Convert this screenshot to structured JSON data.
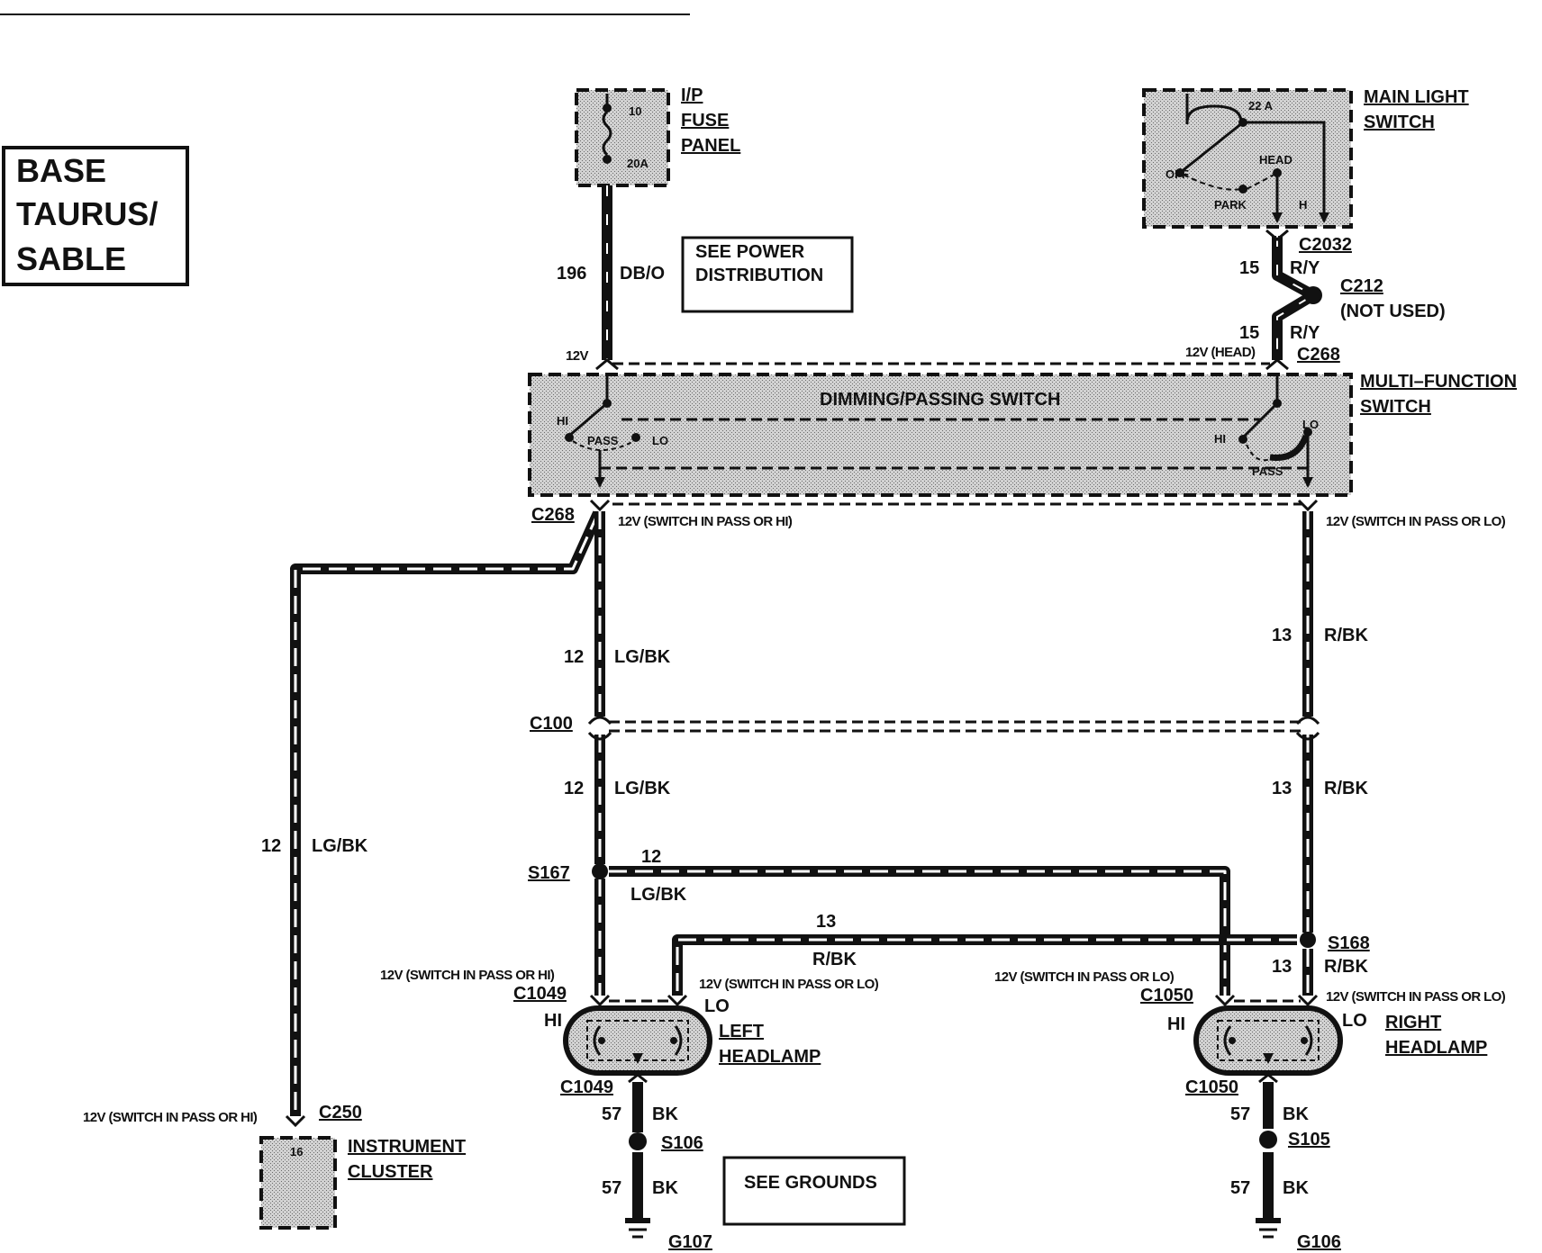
{
  "variant_label": [
    "BASE",
    "TAURUS/",
    "SABLE"
  ],
  "components": {
    "fuse_panel": {
      "name": [
        "I/P",
        "FUSE",
        "PANEL"
      ],
      "fuse_number": "10",
      "fuse_rating": "20A"
    },
    "main_light_switch": {
      "name": [
        "MAIN LIGHT",
        "SWITCH"
      ],
      "rating": "22 A",
      "positions": [
        "OFF",
        "PARK",
        "HEAD"
      ],
      "terminal": "H"
    },
    "multi_function_switch": {
      "name": [
        "MULTI–FUNCTION",
        "SWITCH"
      ],
      "inner_label": "DIMMING/PASSING SWITCH",
      "left_positions": [
        "HI",
        "PASS",
        "LO"
      ],
      "right_positions": [
        "HI",
        "LO",
        "PASS"
      ]
    },
    "left_headlamp": {
      "name": [
        "LEFT",
        "HEADLAMP"
      ],
      "hi": "HI",
      "lo": "LO"
    },
    "right_headlamp": {
      "name": [
        "RIGHT",
        "HEADLAMP"
      ],
      "hi": "HI",
      "lo": "LO"
    },
    "instrument_cluster": {
      "name": [
        "INSTRUMENT",
        "CLUSTER"
      ],
      "pin": "16"
    }
  },
  "notes": {
    "power": [
      "SEE POWER",
      "DISTRIBUTION"
    ],
    "grounds": "SEE GROUNDS"
  },
  "connectors": {
    "c2032": "C2032",
    "c212": "C212",
    "c212_note": "(NOT USED)",
    "c268_top": "C268",
    "c268_left": "C268",
    "c100": "C100",
    "c1049_top": "C1049",
    "c1049_bottom": "C1049",
    "c1050_top": "C1050",
    "c1050_bottom": "C1050",
    "c250": "C250"
  },
  "splices": {
    "s167": "S167",
    "s168": "S168",
    "s106": "S106",
    "s105": "S105"
  },
  "grounds": {
    "g107": "G107",
    "g106": "G106"
  },
  "voltages": {
    "fuse_out": "12V",
    "head": "12V (HEAD)",
    "pass_or_hi": "12V (SWITCH IN PASS OR HI)",
    "pass_or_lo": "12V (SWITCH IN PASS OR LO)"
  },
  "wires": {
    "w196": {
      "circuit": "196",
      "color": "DB/O"
    },
    "w15_upper": {
      "circuit": "15",
      "color": "R/Y"
    },
    "w15_lower": {
      "circuit": "15",
      "color": "R/Y"
    },
    "w12_upper": {
      "circuit": "12",
      "color": "LG/BK"
    },
    "w12_mid": {
      "circuit": "12",
      "color": "LG/BK"
    },
    "w12_cluster": {
      "circuit": "12",
      "color": "LG/BK"
    },
    "w12_cross": {
      "circuit": "12",
      "color": "LG/BK"
    },
    "w13_upper": {
      "circuit": "13",
      "color": "R/BK"
    },
    "w13_mid": {
      "circuit": "13",
      "color": "R/BK"
    },
    "w13_cross": {
      "circuit": "13",
      "color": "R/BK"
    },
    "w13_lower": {
      "circuit": "13",
      "color": "R/BK"
    },
    "w57_l_upper": {
      "circuit": "57",
      "color": "BK"
    },
    "w57_l_lower": {
      "circuit": "57",
      "color": "BK"
    },
    "w57_r_upper": {
      "circuit": "57",
      "color": "BK"
    },
    "w57_r_lower": {
      "circuit": "57",
      "color": "BK"
    }
  }
}
